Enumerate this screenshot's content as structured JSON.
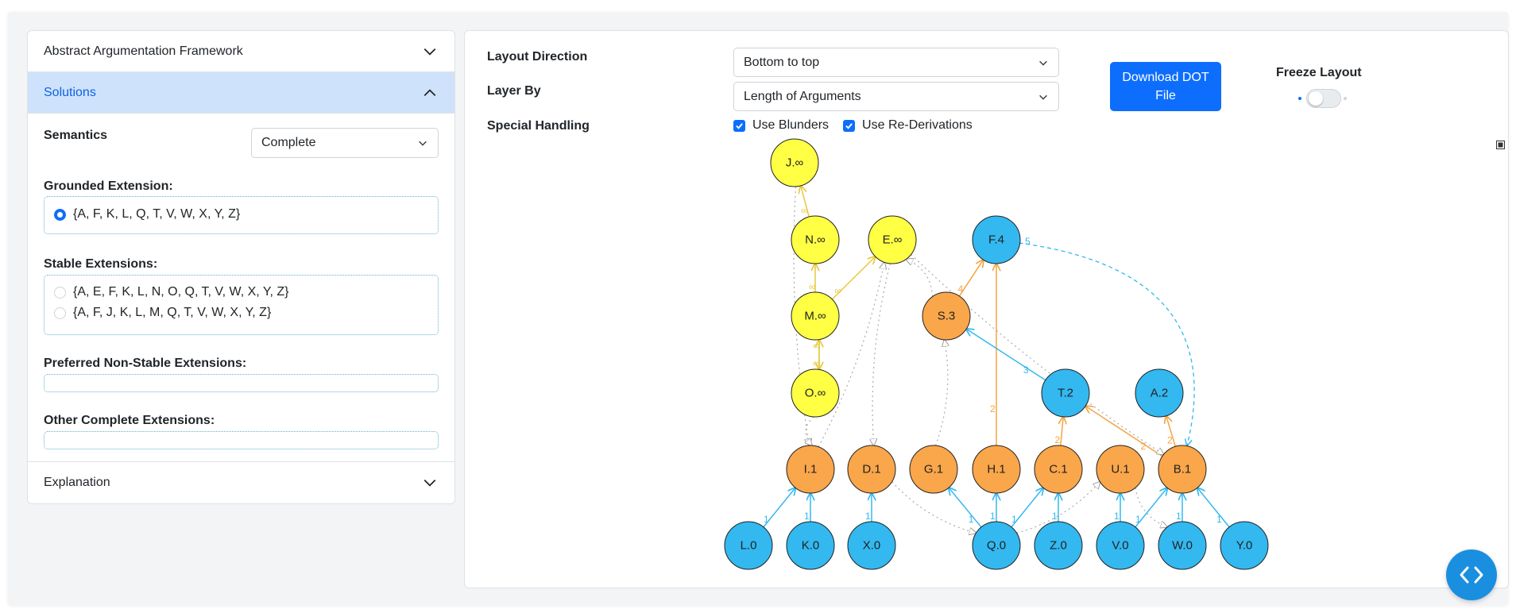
{
  "left_panel": {
    "accordion": {
      "framework_label": "Abstract Argumentation Framework",
      "solutions_label": "Solutions",
      "explanation_label": "Explanation"
    },
    "semantics_label": "Semantics",
    "semantics_value": "Complete",
    "grounded_label": "Grounded Extension:",
    "grounded_items": [
      "{A, F, K, L, Q, T, V, W, X, Y, Z}"
    ],
    "stable_label": "Stable Extensions:",
    "stable_items": [
      "{A, E, F, K, L, N, O, Q, T, V, W, X, Y, Z}",
      "{A, F, J, K, L, M, Q, T, V, W, X, Y, Z}"
    ],
    "preferred_label": "Preferred Non-Stable Extensions:",
    "other_label": "Other Complete Extensions:"
  },
  "controls": {
    "layout_direction_label": "Layout Direction",
    "layout_direction_value": "Bottom to top",
    "layer_by_label": "Layer By",
    "layer_by_value": "Length of Arguments",
    "special_handling_label": "Special Handling",
    "use_blunders_label": "Use Blunders",
    "use_rederivations_label": "Use Re-Derivations",
    "download_line1": "Download DOT",
    "download_line2": "File",
    "freeze_label": "Freeze Layout"
  },
  "colors": {
    "yellow": "#ffff44",
    "orange": "#faa64a",
    "blue": "#33b8f0",
    "orange_edge": "#f5a543",
    "blue_edge": "#33b8f0",
    "yellow_edge": "#e8c83a",
    "accent": "#0d6efd"
  },
  "graph": {
    "nodes": [
      {
        "id": "J",
        "label": "J.∞",
        "color": "yellow"
      },
      {
        "id": "N",
        "label": "N.∞",
        "color": "yellow"
      },
      {
        "id": "E",
        "label": "E.∞",
        "color": "yellow"
      },
      {
        "id": "F",
        "label": "F.4",
        "color": "blue"
      },
      {
        "id": "M",
        "label": "M.∞",
        "color": "yellow"
      },
      {
        "id": "S",
        "label": "S.3",
        "color": "orange"
      },
      {
        "id": "O",
        "label": "O.∞",
        "color": "yellow"
      },
      {
        "id": "T",
        "label": "T.2",
        "color": "blue"
      },
      {
        "id": "A",
        "label": "A.2",
        "color": "blue"
      },
      {
        "id": "I",
        "label": "I.1",
        "color": "orange"
      },
      {
        "id": "D",
        "label": "D.1",
        "color": "orange"
      },
      {
        "id": "G",
        "label": "G.1",
        "color": "orange"
      },
      {
        "id": "H",
        "label": "H.1",
        "color": "orange"
      },
      {
        "id": "C",
        "label": "C.1",
        "color": "orange"
      },
      {
        "id": "U",
        "label": "U.1",
        "color": "orange"
      },
      {
        "id": "B",
        "label": "B.1",
        "color": "orange"
      },
      {
        "id": "L",
        "label": "L.0",
        "color": "blue"
      },
      {
        "id": "K",
        "label": "K.0",
        "color": "blue"
      },
      {
        "id": "X",
        "label": "X.0",
        "color": "blue"
      },
      {
        "id": "Q",
        "label": "Q.0",
        "color": "blue"
      },
      {
        "id": "Z",
        "label": "Z.0",
        "color": "blue"
      },
      {
        "id": "V",
        "label": "V.0",
        "color": "blue"
      },
      {
        "id": "W",
        "label": "W.0",
        "color": "blue"
      },
      {
        "id": "Y",
        "label": "Y.0",
        "color": "blue"
      }
    ],
    "edges": [
      {
        "from": "N",
        "to": "J",
        "label": "∞",
        "style": "yellow"
      },
      {
        "from": "M",
        "to": "N",
        "label": "∞",
        "style": "yellow"
      },
      {
        "from": "M",
        "to": "E",
        "label": "∞",
        "style": "yellow"
      },
      {
        "from": "O",
        "to": "M",
        "label": "∞",
        "style": "yellow"
      },
      {
        "from": "M",
        "to": "O",
        "label": "∞",
        "style": "yellow"
      },
      {
        "from": "S",
        "to": "F",
        "label": "4",
        "style": "orange"
      },
      {
        "from": "H",
        "to": "F",
        "label": "2",
        "style": "orange"
      },
      {
        "from": "T",
        "to": "S",
        "label": "3",
        "style": "blue"
      },
      {
        "from": "C",
        "to": "T",
        "label": "2",
        "style": "orange"
      },
      {
        "from": "B",
        "to": "T",
        "label": "2",
        "style": "orange"
      },
      {
        "from": "B",
        "to": "A",
        "label": "2",
        "style": "orange"
      },
      {
        "from": "F",
        "to": "B",
        "label": "5",
        "style": "blue-dashed"
      },
      {
        "from": "L",
        "to": "I",
        "label": "1",
        "style": "blue"
      },
      {
        "from": "K",
        "to": "I",
        "label": "1",
        "style": "blue"
      },
      {
        "from": "X",
        "to": "D",
        "label": "1",
        "style": "blue"
      },
      {
        "from": "Q",
        "to": "G",
        "label": "1",
        "style": "blue"
      },
      {
        "from": "Q",
        "to": "H",
        "label": "1",
        "style": "blue"
      },
      {
        "from": "Q",
        "to": "C",
        "label": "1",
        "style": "blue"
      },
      {
        "from": "Z",
        "to": "C",
        "label": "1",
        "style": "blue"
      },
      {
        "from": "V",
        "to": "U",
        "label": "1",
        "style": "blue"
      },
      {
        "from": "V",
        "to": "B",
        "label": "1",
        "style": "blue"
      },
      {
        "from": "W",
        "to": "B",
        "label": "1",
        "style": "blue"
      },
      {
        "from": "Y",
        "to": "B",
        "label": "1",
        "style": "blue"
      },
      {
        "from": "J",
        "to": "I",
        "label": "",
        "style": "gray-dotted"
      },
      {
        "from": "O",
        "to": "I",
        "label": "",
        "style": "gray-dotted"
      },
      {
        "from": "I",
        "to": "E",
        "label": "",
        "style": "gray-dotted"
      },
      {
        "from": "E",
        "to": "D",
        "label": "",
        "style": "gray-dotted"
      },
      {
        "from": "G",
        "to": "S",
        "label": "",
        "style": "gray-dotted"
      },
      {
        "from": "S",
        "to": "E",
        "label": "",
        "style": "gray-dotted"
      },
      {
        "from": "E",
        "to": "B",
        "label": "",
        "style": "gray-dotted"
      },
      {
        "from": "D",
        "to": "Q",
        "label": "",
        "style": "gray-dotted"
      },
      {
        "from": "Q",
        "to": "U",
        "label": "",
        "style": "gray-dotted"
      },
      {
        "from": "U",
        "to": "W",
        "label": "",
        "style": "gray-dotted"
      }
    ]
  }
}
